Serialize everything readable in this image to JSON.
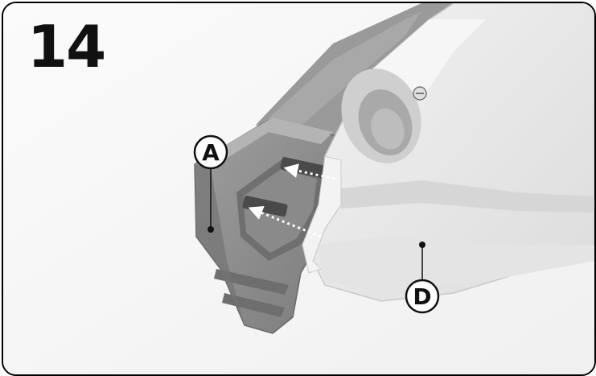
{
  "step": {
    "number": "14"
  },
  "callouts": [
    {
      "letter": "A"
    },
    {
      "letter": "D"
    }
  ],
  "colors": {
    "frame": "#000000",
    "background": "#f7f7f7",
    "part_a_dark": "#8d8d8d",
    "part_d_light": "#e9e9e9",
    "arrow": "#ffffff"
  }
}
